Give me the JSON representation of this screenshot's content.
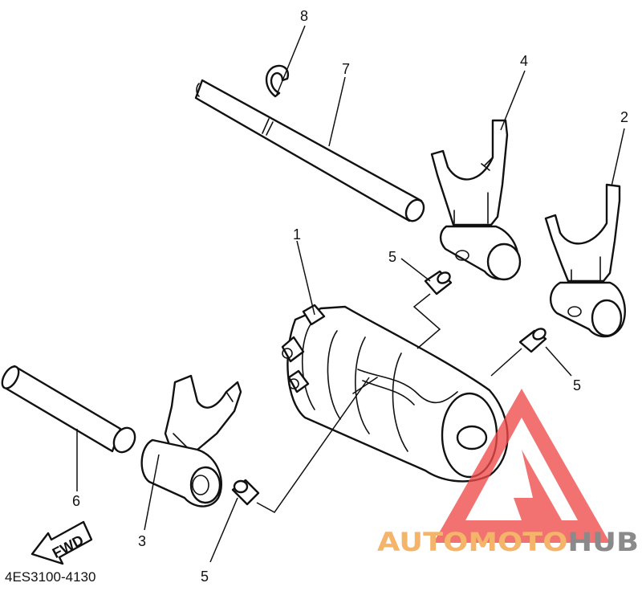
{
  "diagram": {
    "callouts": [
      {
        "id": "8",
        "label": "8"
      },
      {
        "id": "7",
        "label": "7"
      },
      {
        "id": "4",
        "label": "4"
      },
      {
        "id": "2",
        "label": "2"
      },
      {
        "id": "1",
        "label": "1"
      },
      {
        "id": "5a",
        "label": "5"
      },
      {
        "id": "5b",
        "label": "5"
      },
      {
        "id": "5c",
        "label": "5"
      },
      {
        "id": "6",
        "label": "6"
      },
      {
        "id": "3",
        "label": "3"
      }
    ],
    "fwd_label": "FWD",
    "part_code": "4ES3100-4130"
  },
  "watermark": {
    "part1": "AUTOMOTO",
    "part2": "HUB",
    "color_part1": "#f4b46a",
    "color_part2": "#8a8a8a",
    "triangle_color": "#ee4a4a"
  }
}
